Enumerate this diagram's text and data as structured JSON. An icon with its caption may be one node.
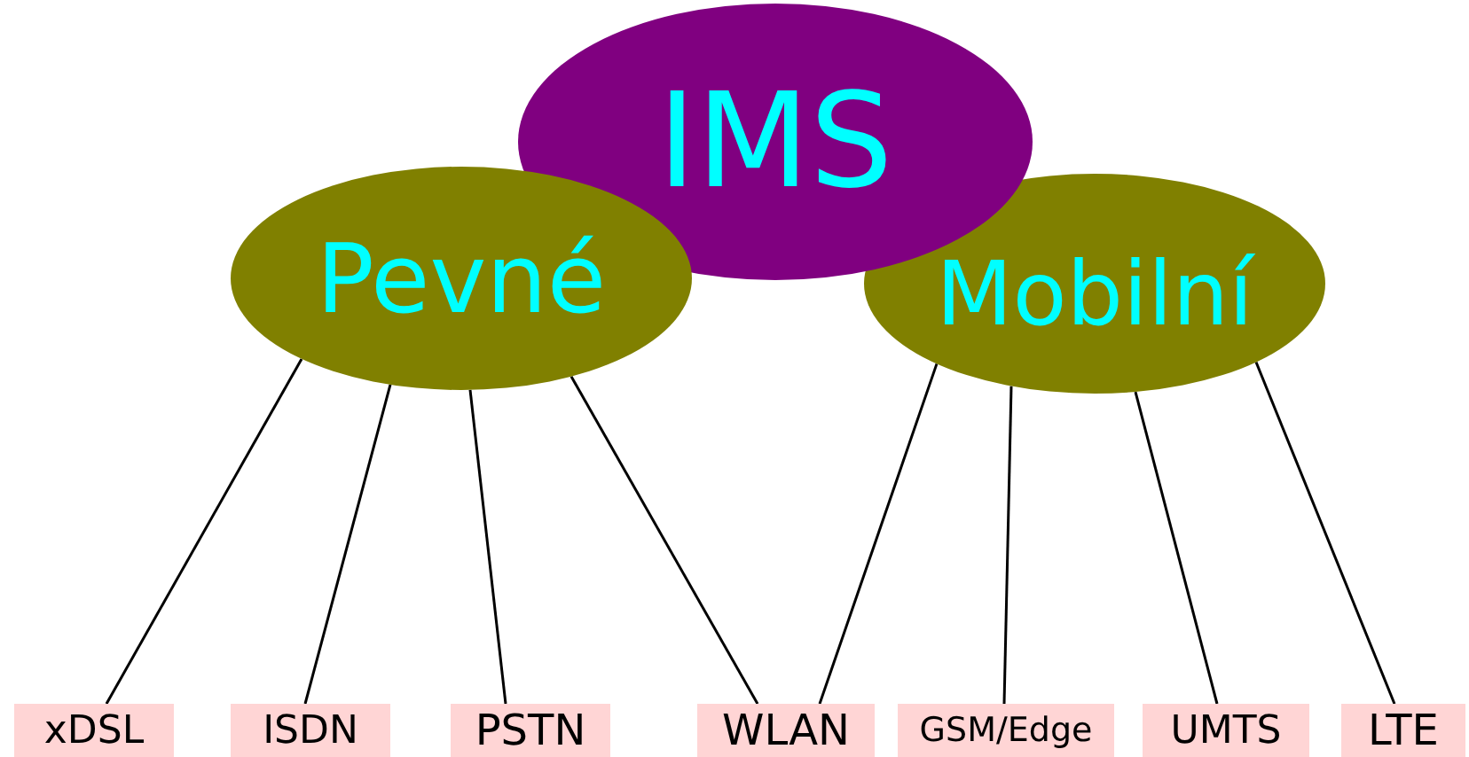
{
  "diagram": {
    "nodes": [
      {
        "text": [
          "IMS"
        ]
      },
      {
        "text": [
          "Pevné"
        ]
      },
      {
        "text": [
          "Mobilní"
        ]
      },
      {
        "text": [
          "xDSL"
        ]
      },
      {
        "text": [
          "ISDN"
        ]
      },
      {
        "text": [
          "PSTN"
        ]
      },
      {
        "text": [
          "WLAN"
        ]
      },
      {
        "text": [
          "GSM/Edge"
        ]
      },
      {
        "text": [
          "UMTS"
        ]
      },
      {
        "text": [
          "LTE"
        ]
      }
    ],
    "edges": [
      {
        "from": 1,
        "to": 3,
        "arrow": "none"
      },
      {
        "from": 1,
        "to": 4,
        "arrow": "none"
      },
      {
        "from": 1,
        "to": 5,
        "arrow": "none"
      },
      {
        "from": 1,
        "to": 6,
        "arrow": "none"
      },
      {
        "from": 2,
        "to": 6,
        "arrow": "none"
      },
      {
        "from": 2,
        "to": 7,
        "arrow": "none"
      },
      {
        "from": 2,
        "to": 8,
        "arrow": "none"
      },
      {
        "from": 2,
        "to": 9,
        "arrow": "none"
      }
    ]
  }
}
